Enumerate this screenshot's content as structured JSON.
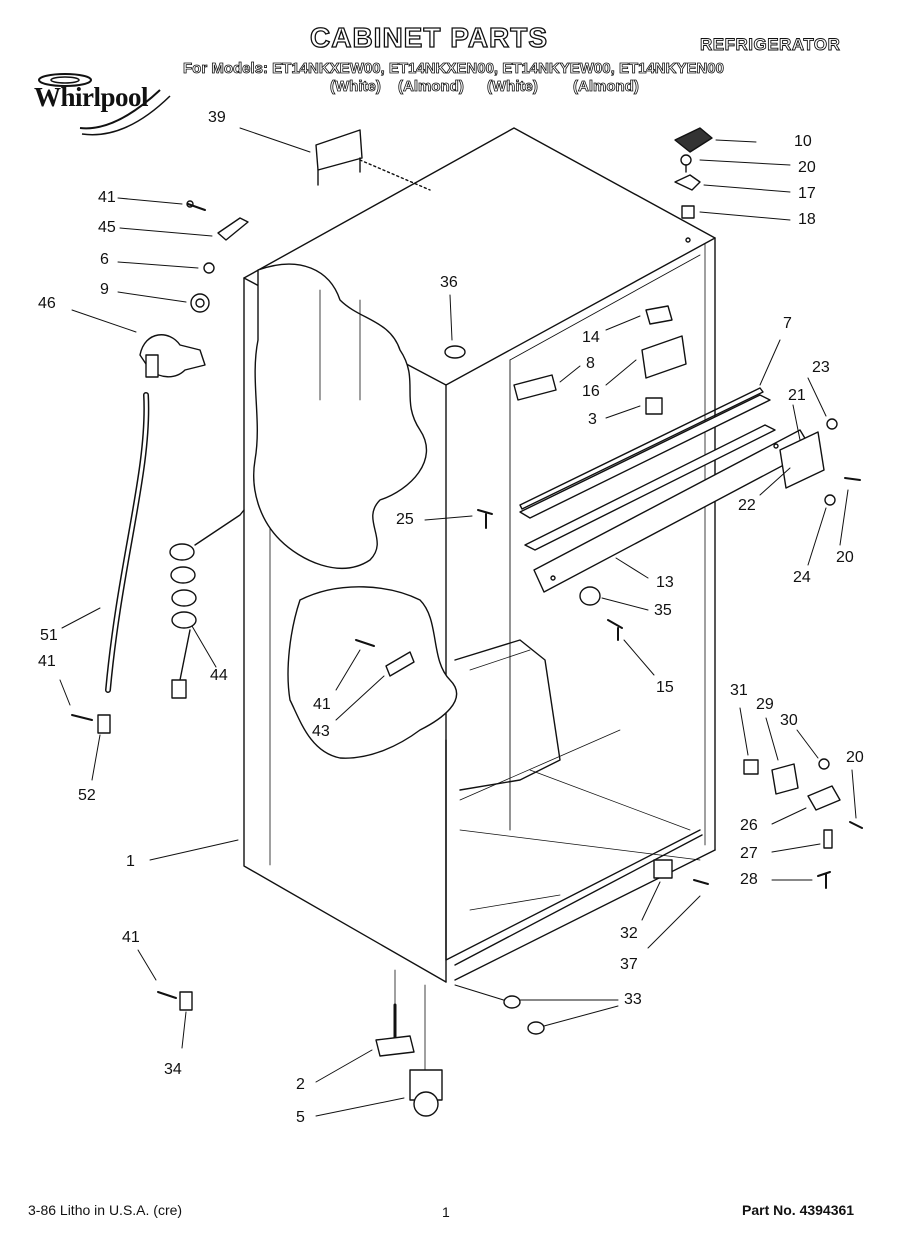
{
  "header": {
    "title": "CABINET PARTS",
    "subtitle": "REFRIGERATOR",
    "models_line": "For Models: ET14NKXEW00, ET14NKXEN00, ET14NKYEW00, ET14NKYEN00",
    "colors": [
      "(White)",
      "(Almond)",
      "(White)",
      "(Almond)"
    ],
    "brand": "Whirlpool"
  },
  "callouts": [
    "39",
    "41",
    "45",
    "6",
    "9",
    "46",
    "36",
    "10",
    "20",
    "17",
    "18",
    "14",
    "8",
    "16",
    "3",
    "7",
    "23",
    "21",
    "22",
    "20",
    "24",
    "25",
    "13",
    "35",
    "15",
    "51",
    "41",
    "44",
    "41",
    "43",
    "52",
    "31",
    "29",
    "30",
    "20",
    "26",
    "27",
    "28",
    "1",
    "32",
    "37",
    "41",
    "33",
    "34",
    "2",
    "5"
  ],
  "footer": {
    "left": "3-86 Litho in U.S.A. (cre)",
    "page": "1",
    "part_no": "Part No. 4394361"
  }
}
